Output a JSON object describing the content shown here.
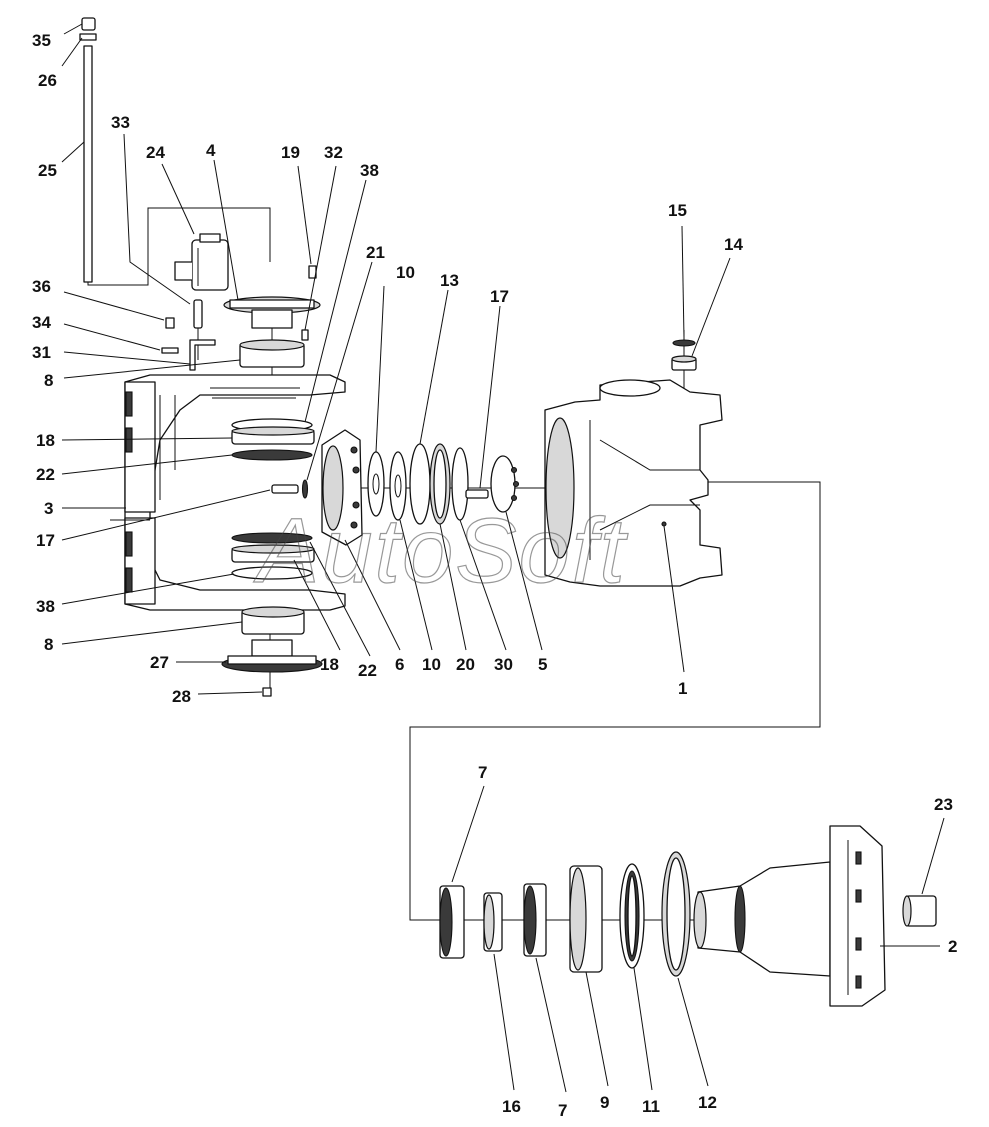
{
  "watermark": "AutoSoft",
  "accent_color": "#111111",
  "callouts": [
    {
      "id": "c35",
      "label": "35"
    },
    {
      "id": "c26",
      "label": "26"
    },
    {
      "id": "c25",
      "label": "25"
    },
    {
      "id": "c33",
      "label": "33"
    },
    {
      "id": "c24",
      "label": "24"
    },
    {
      "id": "c4",
      "label": "4"
    },
    {
      "id": "c19",
      "label": "19"
    },
    {
      "id": "c32",
      "label": "32"
    },
    {
      "id": "c38a",
      "label": "38"
    },
    {
      "id": "c21",
      "label": "21"
    },
    {
      "id": "c10a",
      "label": "10"
    },
    {
      "id": "c13a",
      "label": "13"
    },
    {
      "id": "c17a",
      "label": "17"
    },
    {
      "id": "c15",
      "label": "15"
    },
    {
      "id": "c14",
      "label": "14"
    },
    {
      "id": "c36",
      "label": "36"
    },
    {
      "id": "c34",
      "label": "34"
    },
    {
      "id": "c31",
      "label": "31"
    },
    {
      "id": "c8a",
      "label": "8"
    },
    {
      "id": "c18a",
      "label": "18"
    },
    {
      "id": "c22a",
      "label": "22"
    },
    {
      "id": "c3",
      "label": "3"
    },
    {
      "id": "c17b",
      "label": "17"
    },
    {
      "id": "c38b",
      "label": "38"
    },
    {
      "id": "c8b",
      "label": "8"
    },
    {
      "id": "c27",
      "label": "27"
    },
    {
      "id": "c28",
      "label": "28"
    },
    {
      "id": "c18b",
      "label": "18"
    },
    {
      "id": "c22b",
      "label": "22"
    },
    {
      "id": "c6",
      "label": "6"
    },
    {
      "id": "c10b",
      "label": "10"
    },
    {
      "id": "c20",
      "label": "20"
    },
    {
      "id": "c30",
      "label": "30"
    },
    {
      "id": "c5",
      "label": "5"
    },
    {
      "id": "c1",
      "label": "1"
    },
    {
      "id": "c7a",
      "label": "7"
    },
    {
      "id": "c23",
      "label": "23"
    },
    {
      "id": "c2",
      "label": "2"
    },
    {
      "id": "c16",
      "label": "16"
    },
    {
      "id": "c7b",
      "label": "7"
    },
    {
      "id": "c9",
      "label": "9"
    },
    {
      "id": "c11",
      "label": "11"
    },
    {
      "id": "c12",
      "label": "12"
    }
  ]
}
